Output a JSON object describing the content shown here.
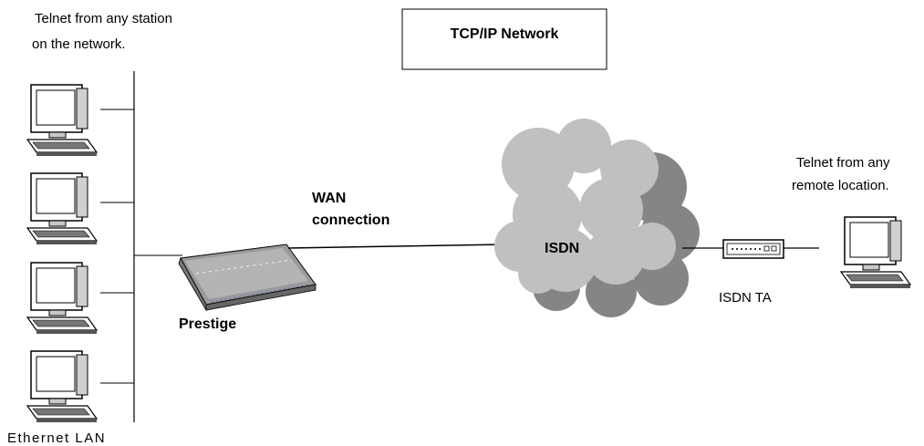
{
  "title": "TCP/IP Network",
  "labels": {
    "telnet_local_line1": "Telnet from any station",
    "telnet_local_line2": "on the network.",
    "telnet_remote_line1": "Telnet from any",
    "telnet_remote_line2": "remote location.",
    "wan_line1": "WAN",
    "wan_line2": "connection",
    "isdn": "ISDN",
    "isdn_ta": "ISDN TA",
    "prestige": "Prestige",
    "ethernet_lan": "Ethernet LAN"
  },
  "icons": {
    "workstation": "computer-icon",
    "router": "router-icon",
    "cloud": "cloud-icon",
    "terminal_adapter": "isdn-ta-icon"
  }
}
